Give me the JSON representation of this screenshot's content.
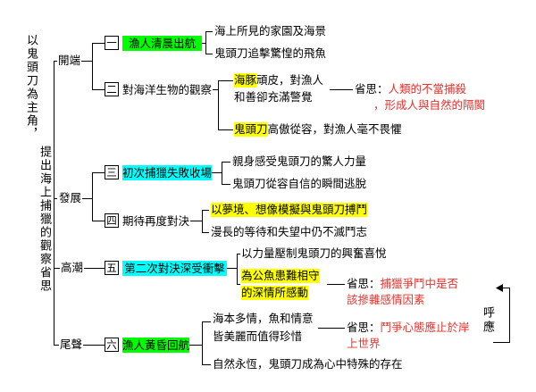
{
  "colors": {
    "green_highlight": "#00ff00",
    "cyan_highlight": "#00ffff",
    "yellow_highlight": "#ffff00",
    "reflection_text": "#e8302c"
  },
  "central_theme": {
    "column_1": "以鬼頭刀為主角，",
    "column_2": "提出海上捕獵的觀察省思"
  },
  "stages": [
    {
      "label": "開端",
      "sections": [
        {
          "number": "一",
          "title": "漁人清晨出航",
          "details": [
            {
              "text": "海上所見的家園及海景"
            },
            {
              "text": "鬼頭刀追擊驚惶的飛魚"
            }
          ]
        },
        {
          "number": "二",
          "title": "對海洋生物的觀察",
          "details": [
            {
              "highlight": "海豚",
              "text": "頑皮，對漁人",
              "text_line2": "和善卻充滿警覺",
              "reflection": {
                "prefix": "省思：",
                "line1": "人類的不當捕殺",
                "line2": "，形成人與自然的隔閡"
              }
            },
            {
              "highlight": "鬼頭刀",
              "text": "高傲從容，對漁人毫不畏懼"
            }
          ]
        }
      ]
    },
    {
      "label": "發展",
      "sections": [
        {
          "number": "三",
          "title": "初次捕獵失敗收場",
          "details": [
            {
              "text": "親身感受鬼頭刀的驚人力量"
            },
            {
              "text": "鬼頭刀從容自信的瞬間逃脫"
            }
          ]
        },
        {
          "number": "四",
          "title": "期待再度對決",
          "details": [
            {
              "text": "以夢境、想像模擬與鬼頭刀搏鬥"
            },
            {
              "text": "漫長的等待和失望中仍不滅鬥志"
            }
          ]
        }
      ]
    },
    {
      "label": "高潮",
      "sections": [
        {
          "number": "五",
          "title": "第二次對決深受衝擊",
          "details": [
            {
              "text": "以力量壓制鬼頭刀的興奮喜悅"
            },
            {
              "text": "為公魚患難相守",
              "text_line2": "的深情所感動",
              "reflection": {
                "prefix": "省思：",
                "line1": "捕獵爭鬥中是否",
                "line2": "該摻雜感情因素"
              }
            }
          ]
        }
      ]
    },
    {
      "label": "尾聲",
      "sections": [
        {
          "number": "六",
          "title": "漁人黃昏回航",
          "details": [
            {
              "text": "海本多情，魚和情意",
              "text_line2": "皆美麗而值得珍惜",
              "reflection": {
                "prefix": "省思：",
                "line1": "鬥爭心態應止於岸",
                "line2": "上世界"
              }
            },
            {
              "text": "自然永恆，鬼頭刀成為心中特殊的存在"
            }
          ]
        }
      ]
    }
  ],
  "echo_link": {
    "label": "呼應"
  }
}
